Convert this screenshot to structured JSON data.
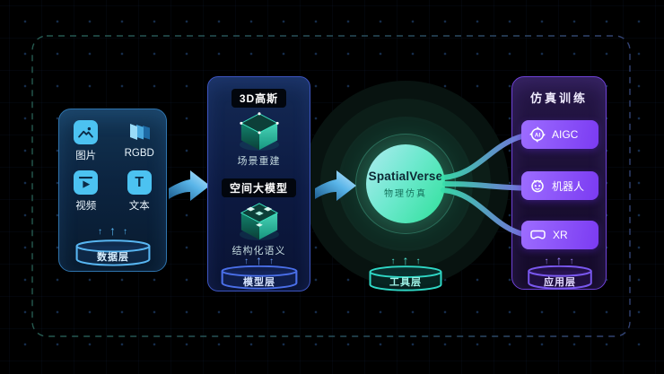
{
  "diagram": {
    "data_layer": {
      "layer_label": "数据层",
      "items": [
        {
          "label": "图片",
          "icon": "image-icon"
        },
        {
          "label": "RGBD",
          "icon": "rgbd-icon"
        },
        {
          "label": "视频",
          "icon": "video-icon"
        },
        {
          "label": "文本",
          "icon": "text-icon",
          "glyph": "T"
        }
      ]
    },
    "model_layer": {
      "layer_label": "模型层",
      "modules": [
        {
          "badge": "3D高斯",
          "caption": "场景重建",
          "icon": "cube-scene-icon"
        },
        {
          "badge": "空间大模型",
          "caption": "结构化语义",
          "icon": "cube-semantic-icon"
        }
      ]
    },
    "core": {
      "title": "SpatialVerse",
      "subtitle": "物理仿真",
      "layer_label": "工具层"
    },
    "application_layer": {
      "title": "仿真训练",
      "layer_label": "应用层",
      "buttons": [
        {
          "label": "AIGC",
          "icon": "aigc-icon",
          "icon_text": "AI"
        },
        {
          "label": "机器人",
          "icon": "robot-icon"
        },
        {
          "label": "XR",
          "icon": "xr-icon"
        }
      ]
    }
  },
  "colors": {
    "accent_blue": "#4cc2f1",
    "accent_teal": "#35e0c0",
    "accent_purple": "#8b5cf6",
    "core_gradient_start": "#aeeaf0",
    "core_gradient_end": "#2ee09a",
    "badge_bg": "#02060d",
    "background": "#000000"
  }
}
